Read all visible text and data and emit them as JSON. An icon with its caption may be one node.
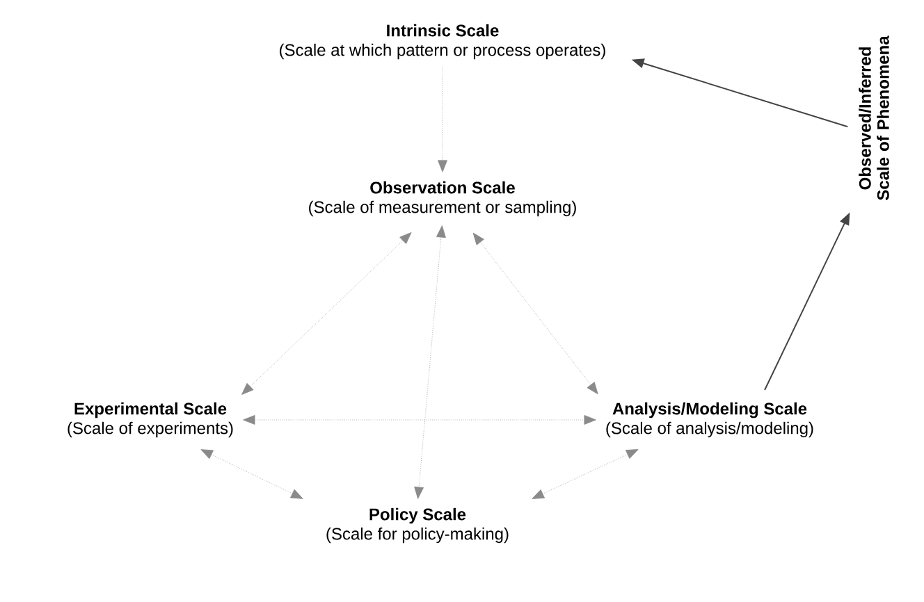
{
  "diagram": {
    "nodes": [
      {
        "text": [
          "Intrinsic Scale",
          "(Scale at which pattern or process operates)"
        ]
      },
      {
        "text": [
          "Observation Scale",
          "(Scale of measurement or sampling)"
        ]
      },
      {
        "text": [
          "Experimental Scale",
          "(Scale of experiments)"
        ]
      },
      {
        "text": [
          "Analysis/Modeling Scale",
          "(Scale of analysis/modeling)"
        ]
      },
      {
        "text": [
          "Policy Scale",
          "(Scale for policy-making)"
        ]
      },
      {
        "text": [
          "Observed/Inferred Scale of Phenomena"
        ]
      }
    ],
    "edges": [
      {
        "from": 0,
        "to": 1,
        "arrow": "to",
        "style": "dashed"
      },
      {
        "from": 1,
        "to": 2,
        "arrow": "both",
        "style": "dashed"
      },
      {
        "from": 1,
        "to": 3,
        "arrow": "both",
        "style": "dashed"
      },
      {
        "from": 1,
        "to": 4,
        "arrow": "both",
        "style": "dashed"
      },
      {
        "from": 2,
        "to": 3,
        "arrow": "both",
        "style": "dashed"
      },
      {
        "from": 2,
        "to": 4,
        "arrow": "both",
        "style": "dashed"
      },
      {
        "from": 3,
        "to": 4,
        "arrow": "both",
        "style": "dashed"
      },
      {
        "from": 5,
        "to": 0,
        "arrow": "to",
        "color": "#444444"
      },
      {
        "from": 3,
        "to": 5,
        "arrow": "to",
        "color": "#444444"
      }
    ]
  }
}
